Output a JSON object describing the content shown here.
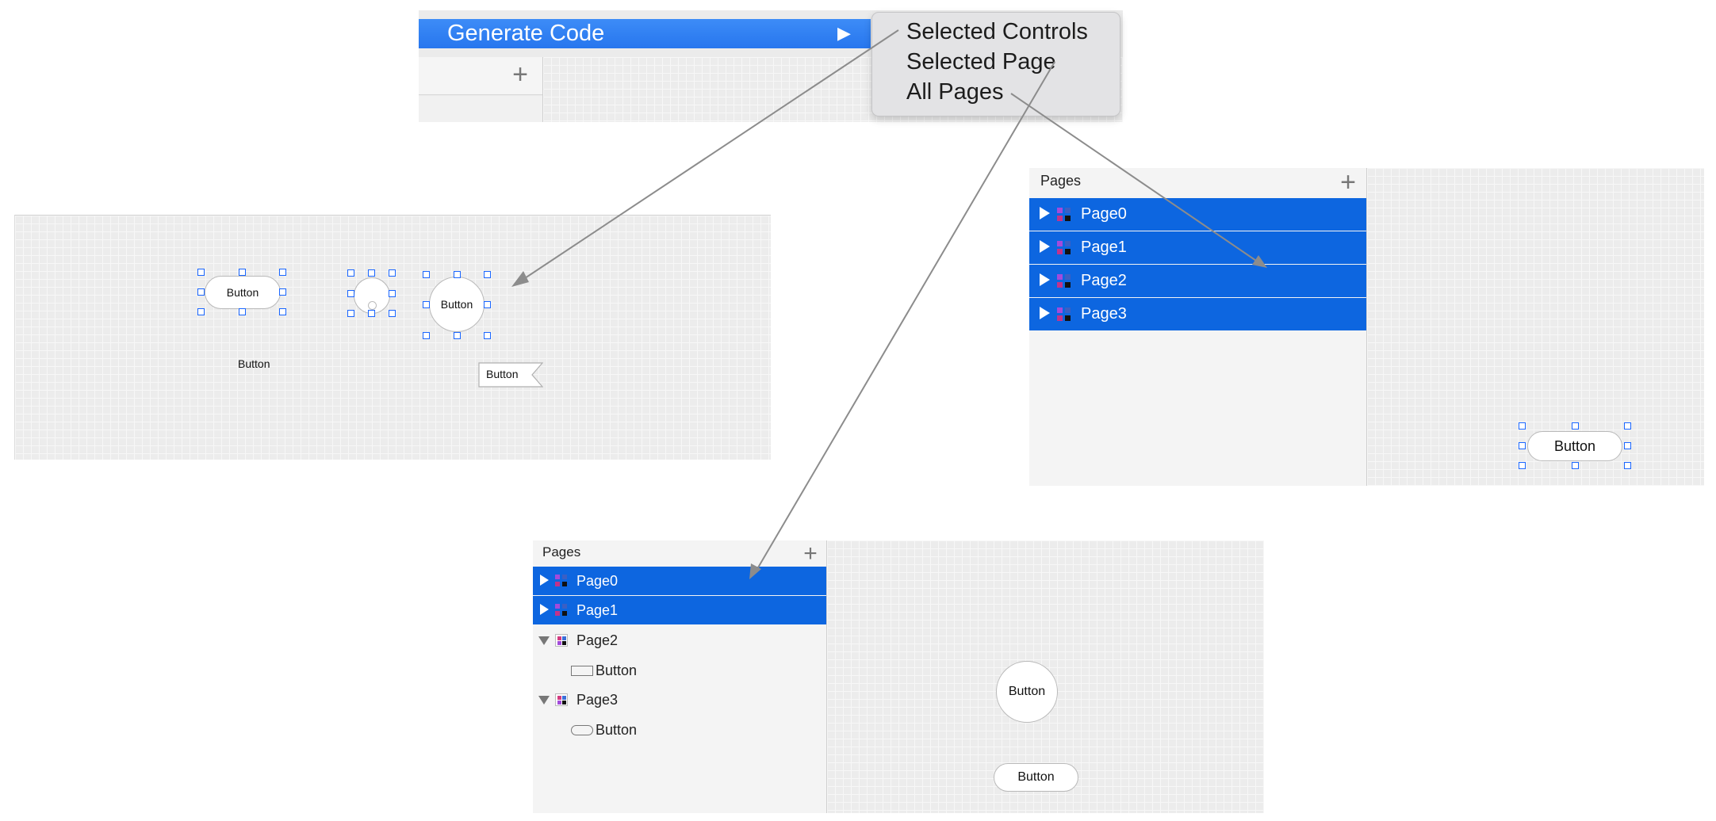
{
  "menu": {
    "generate_label": "Generate Code",
    "arrow_glyph": "▶",
    "plus_glyph": "+",
    "submenu": [
      "Selected Controls",
      "Selected Page",
      "All Pages"
    ]
  },
  "canvas_selected_controls": {
    "button_pill": "Button",
    "button_circle": "Button",
    "button_plain": "Button",
    "button_flag": "Button"
  },
  "all_pages_panel": {
    "title": "Pages",
    "plus_glyph": "+",
    "pages": [
      "Page0",
      "Page1",
      "Page2",
      "Page3"
    ],
    "canvas_button": "Button"
  },
  "selected_page_panel": {
    "title": "Pages",
    "plus_glyph": "+",
    "pages_selected": [
      "Page0",
      "Page1"
    ],
    "page2": "Page2",
    "page2_child": "Button",
    "page3": "Page3",
    "page3_child": "Button",
    "canvas_circle_button": "Button",
    "canvas_pill_button": "Button"
  },
  "colors": {
    "selection_blue": "#0d66e0",
    "menu_blue": "#2f83f3",
    "handle_blue": "#1a66ff",
    "arrow_gray": "#8c8c8c"
  },
  "icons": [
    "play-arrow-icon",
    "plus-icon",
    "page-grid-icon",
    "disclosure-triangle-icon",
    "button-outline-icon",
    "button-pill-outline-icon"
  ]
}
